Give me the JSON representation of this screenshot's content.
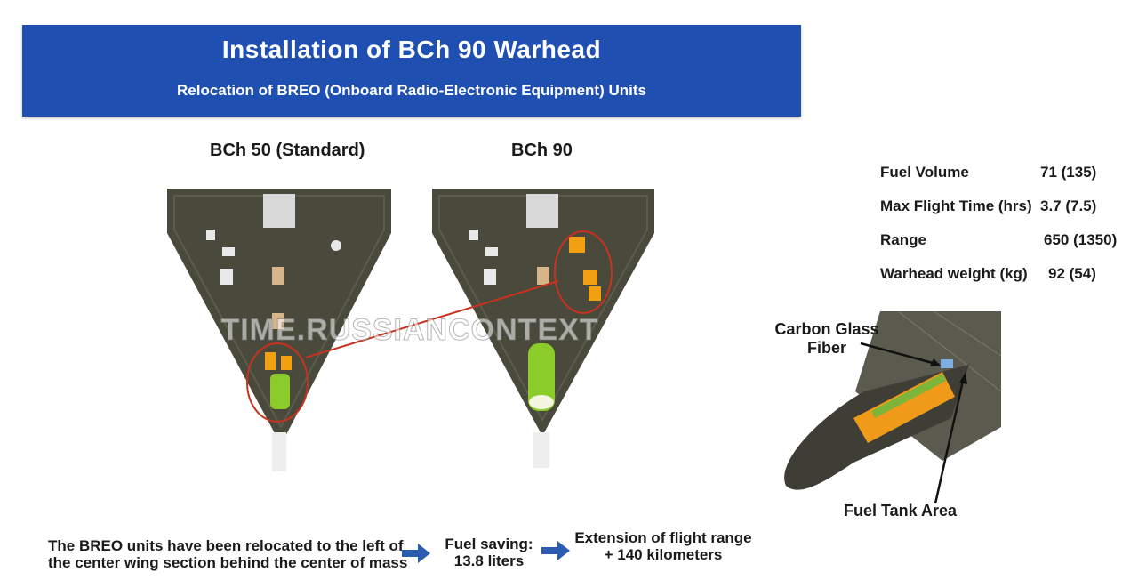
{
  "header": {
    "title": "Installation of BCh 90 Warhead",
    "subtitle": "Relocation of BREO (Onboard Radio-Electronic Equipment) Units"
  },
  "variants": {
    "left_label": "BCh 50 (Standard)",
    "right_label": "BCh 90"
  },
  "watermark": "TIME.RUSSIANCONTEXT",
  "stats": [
    {
      "label": "Fuel Volume",
      "value": "71 (135)"
    },
    {
      "label": "Max Flight Time (hrs)",
      "value": "3.7 (7.5)"
    },
    {
      "label": "Range",
      "value": "650 (1350)"
    },
    {
      "label": "Warhead weight (kg)",
      "value": "92 (54)"
    }
  ],
  "cutaway": {
    "label_top": "Carbon Glass Fiber",
    "label_bottom": "Fuel Tank Area"
  },
  "bottom": {
    "relocation_line1": "The BREO units have been relocated to the left of",
    "relocation_line2": "the center wing section behind the center of mass",
    "saving_line1": "Fuel saving:",
    "saving_line2": "13.8 liters",
    "extension_line1": "Extension of flight range",
    "extension_line2": "+ 140 kilometers"
  },
  "colors": {
    "banner": "#1f4fb0",
    "arrow": "#2a5db0",
    "highlight": "#c8321e",
    "airframe": "#4a4a3c",
    "warhead": "#8ccc2a",
    "breo_unit": "#f0a010"
  }
}
